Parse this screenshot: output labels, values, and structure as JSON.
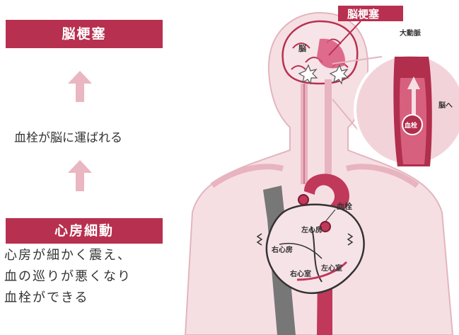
{
  "left": {
    "top_box": "脳梗塞",
    "middle_text": "血栓が脳に運ばれる",
    "bottom_box": "心房細動",
    "description_lines": [
      "心房が細かく震え、",
      "血の巡りが悪くなり",
      "血栓ができる"
    ]
  },
  "illustration": {
    "tag": "脳梗塞",
    "brain": "脳",
    "aorta": "大動脈",
    "to_brain": "脳へ",
    "clot_inset": "血栓",
    "clot_heart": "血栓",
    "left_atrium": "左心房",
    "right_atrium": "右心房",
    "right_ventricle": "右心室",
    "left_ventricle": "左心室"
  },
  "colors": {
    "accent": "#b8304f",
    "skin": "#f6dfe3",
    "vessel": "#c0385a",
    "vein": "#777777",
    "arrow": "#e9b6c1"
  }
}
